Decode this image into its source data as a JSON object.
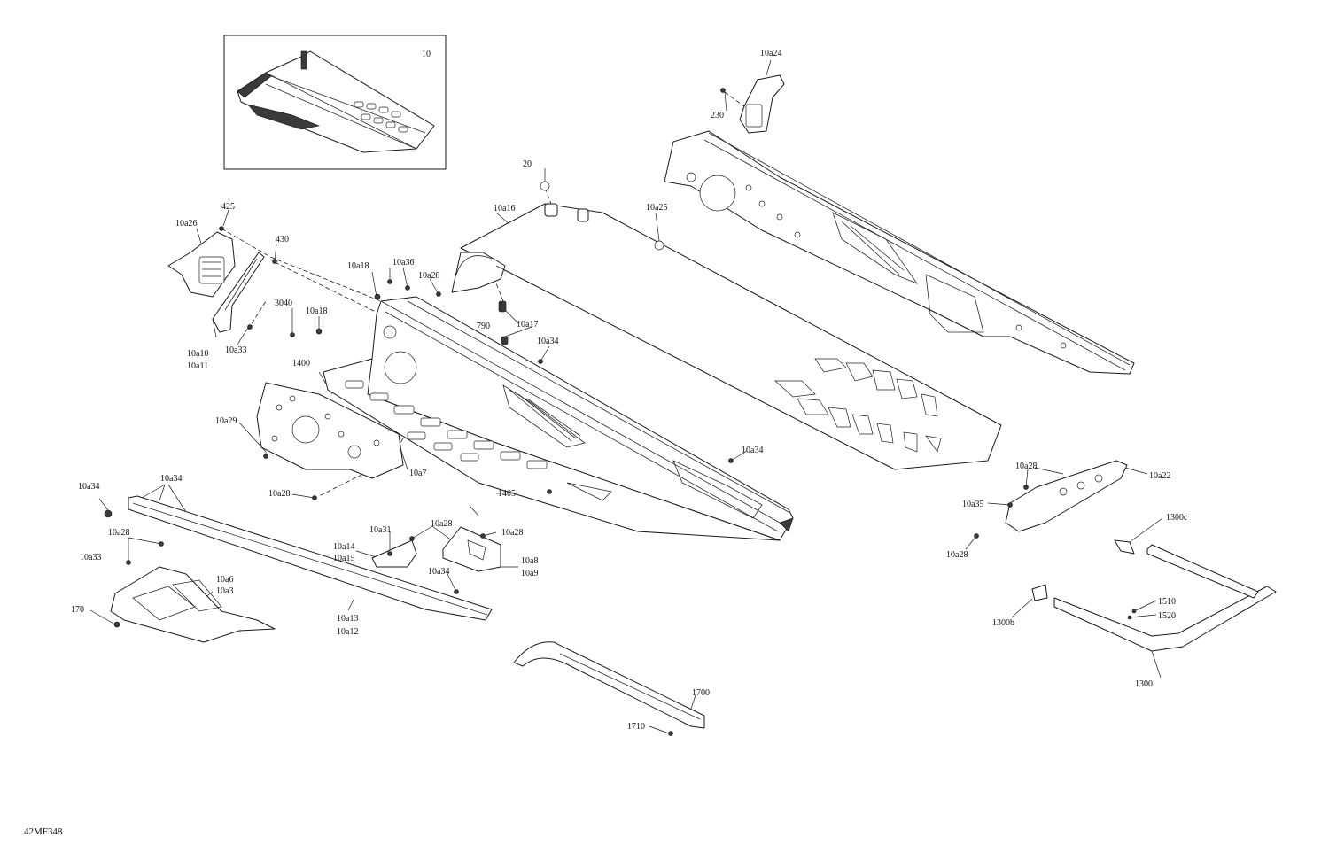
{
  "diagram_code": "42MF348",
  "inset_label": "10",
  "labels": {
    "l_10a24": "10a24",
    "l_230": "230",
    "l_20": "20",
    "l_10a16": "10a16",
    "l_10a25": "10a25",
    "l_425": "425",
    "l_10a26": "10a26",
    "l_430": "430",
    "l_10a36": "10a36",
    "l_10a18_top": "10a18",
    "l_10a28_top": "10a28",
    "l_3040": "3040",
    "l_10a18_mid": "10a18",
    "l_790": "790",
    "l_10a17": "10a17",
    "l_10a10": "10a10",
    "l_10a11": "10a11",
    "l_10a33_left": "10a33",
    "l_10a34_mid": "10a34",
    "l_1400": "1400",
    "l_10a29": "10a29",
    "l_10a7": "10a7",
    "l_10a28_mid": "10a28",
    "l_10a34_right": "10a34",
    "l_1405": "1405",
    "l_10a34_left": "10a34",
    "l_10a34_top2": "10a34",
    "l_10a28_left": "10a28",
    "l_10a33_bot": "10a33",
    "l_10a6": "10a6",
    "l_10a3": "10a3",
    "l_170": "170",
    "l_10a31": "10a31",
    "l_10a14": "10a14",
    "l_10a15": "10a15",
    "l_10a28_brk": "10a28",
    "l_10a28_brk2": "10a28",
    "l_10a8": "10a8",
    "l_10a9": "10a9",
    "l_10a34_brk": "10a34",
    "l_10a13": "10a13",
    "l_10a12": "10a12",
    "l_1700": "1700",
    "l_1710": "1710",
    "l_10a28_rr": "10a28",
    "l_10a22": "10a22",
    "l_10a35": "10a35",
    "l_10a28_rr2": "10a28",
    "l_1300c": "1300c",
    "l_1510": "1510",
    "l_1520": "1520",
    "l_1300b": "1300b",
    "l_1300": "1300"
  }
}
